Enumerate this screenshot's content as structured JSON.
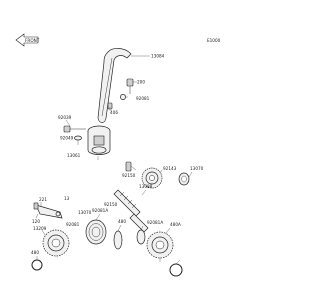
{
  "diagram": {
    "figure_code": "E1000",
    "front_arrow_label": "FRONT",
    "labels": [
      {
        "id": "13084",
        "text": "13084"
      },
      {
        "id": "92081a",
        "text": "92081"
      },
      {
        "id": "200",
        "text": "200"
      },
      {
        "id": "92039",
        "text": "92039"
      },
      {
        "id": "92049",
        "text": "92049"
      },
      {
        "id": "406",
        "text": "406"
      },
      {
        "id": "13061",
        "text": "13061"
      },
      {
        "id": "92150",
        "text": "92150"
      },
      {
        "id": "92143",
        "text": "92143"
      },
      {
        "id": "13070",
        "text": "13070"
      },
      {
        "id": "13088",
        "text": "13088"
      },
      {
        "id": "221",
        "text": "221"
      },
      {
        "id": "13",
        "text": "13"
      },
      {
        "id": "120",
        "text": "120"
      },
      {
        "id": "13209",
        "text": "13209"
      },
      {
        "id": "92081b",
        "text": "92081"
      },
      {
        "id": "13070b",
        "text": "13070"
      },
      {
        "id": "92081c",
        "text": "92081A"
      },
      {
        "id": "92150b",
        "text": "92150"
      },
      {
        "id": "480",
        "text": "480"
      },
      {
        "id": "92081d",
        "text": "92081A"
      },
      {
        "id": "480a",
        "text": "480A"
      },
      {
        "id": "480b",
        "text": "480"
      }
    ]
  }
}
